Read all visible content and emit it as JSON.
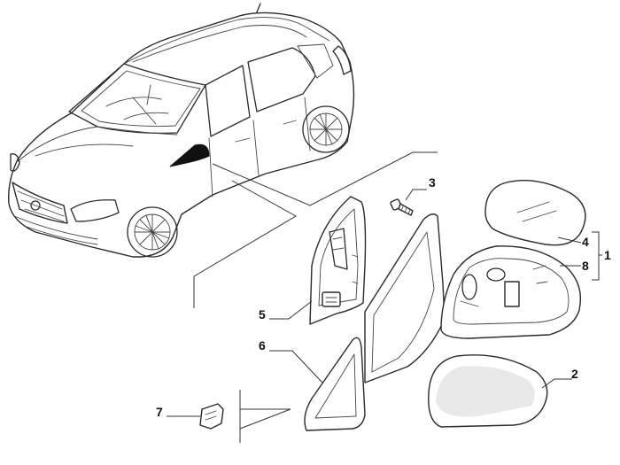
{
  "callouts": [
    {
      "id": "c1",
      "label": "1"
    },
    {
      "id": "c2",
      "label": "2"
    },
    {
      "id": "c3",
      "label": "3"
    },
    {
      "id": "c4",
      "label": "4"
    },
    {
      "id": "c5",
      "label": "5"
    },
    {
      "id": "c6",
      "label": "6"
    },
    {
      "id": "c7",
      "label": "7"
    },
    {
      "id": "c8",
      "label": "8"
    }
  ],
  "parts": [
    {
      "callout": "2",
      "part": "mirror-cover"
    },
    {
      "callout": "3",
      "part": "screw"
    },
    {
      "callout": "4",
      "part": "mirror-glass"
    },
    {
      "callout": "5",
      "part": "inner-trim-panel"
    },
    {
      "callout": "6",
      "part": "triangular-cover"
    },
    {
      "callout": "7",
      "part": "clip"
    },
    {
      "callout": "8",
      "part": "mirror-housing"
    },
    {
      "callout": "1",
      "part": "mirror-assembly",
      "groups": [
        "4",
        "8"
      ]
    }
  ]
}
